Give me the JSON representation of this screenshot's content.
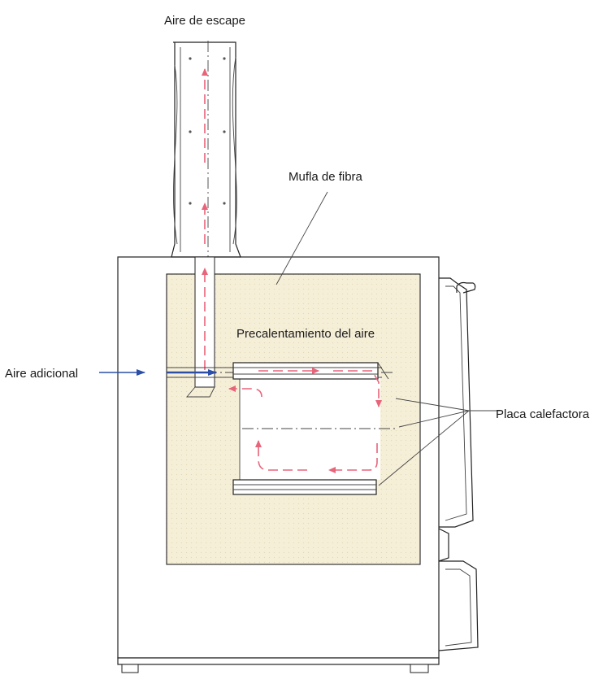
{
  "labels": {
    "exhaust_air": "Aire de escape",
    "fiber_muffle": "Mufla de fibra",
    "air_preheating": "Precalentamiento del aire",
    "additional_air": "Aire adicional",
    "heating_plate": "Placa calefactora"
  },
  "colors": {
    "insulation_fill": "#f6efd8",
    "airflow_arrow": "#e8647a",
    "inlet_arrow": "#2b4fa8",
    "outline": "#222222"
  }
}
